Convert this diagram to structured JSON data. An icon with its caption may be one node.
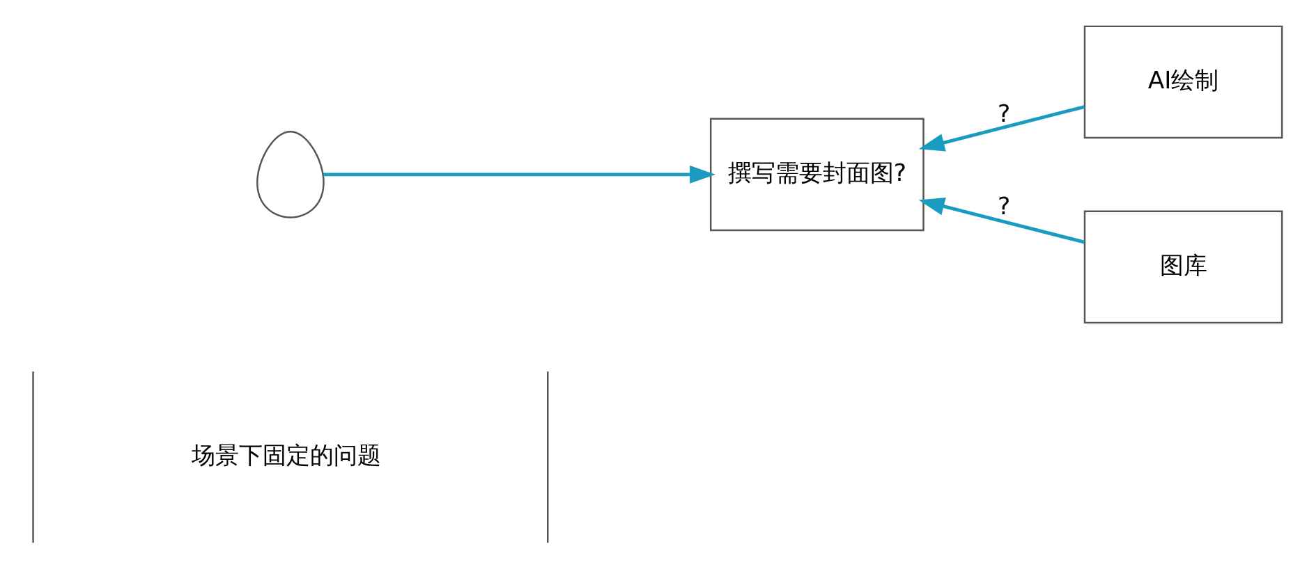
{
  "diagram": {
    "nodes": [
      {
        "text": [],
        "shape": "person"
      },
      {
        "text": [
          "撰写需要封面图?"
        ]
      },
      {
        "text": [
          "AI绘制"
        ]
      },
      {
        "text": [
          "图库"
        ]
      }
    ],
    "edges": [
      {
        "from": 0,
        "to": 1,
        "arrow": "to"
      },
      {
        "from": 2,
        "to": 1,
        "arrow": "to",
        "label": "?"
      },
      {
        "from": 3,
        "to": 1,
        "arrow": "to",
        "label": "?"
      }
    ],
    "labels": [
      "场景下固定的问题"
    ]
  }
}
